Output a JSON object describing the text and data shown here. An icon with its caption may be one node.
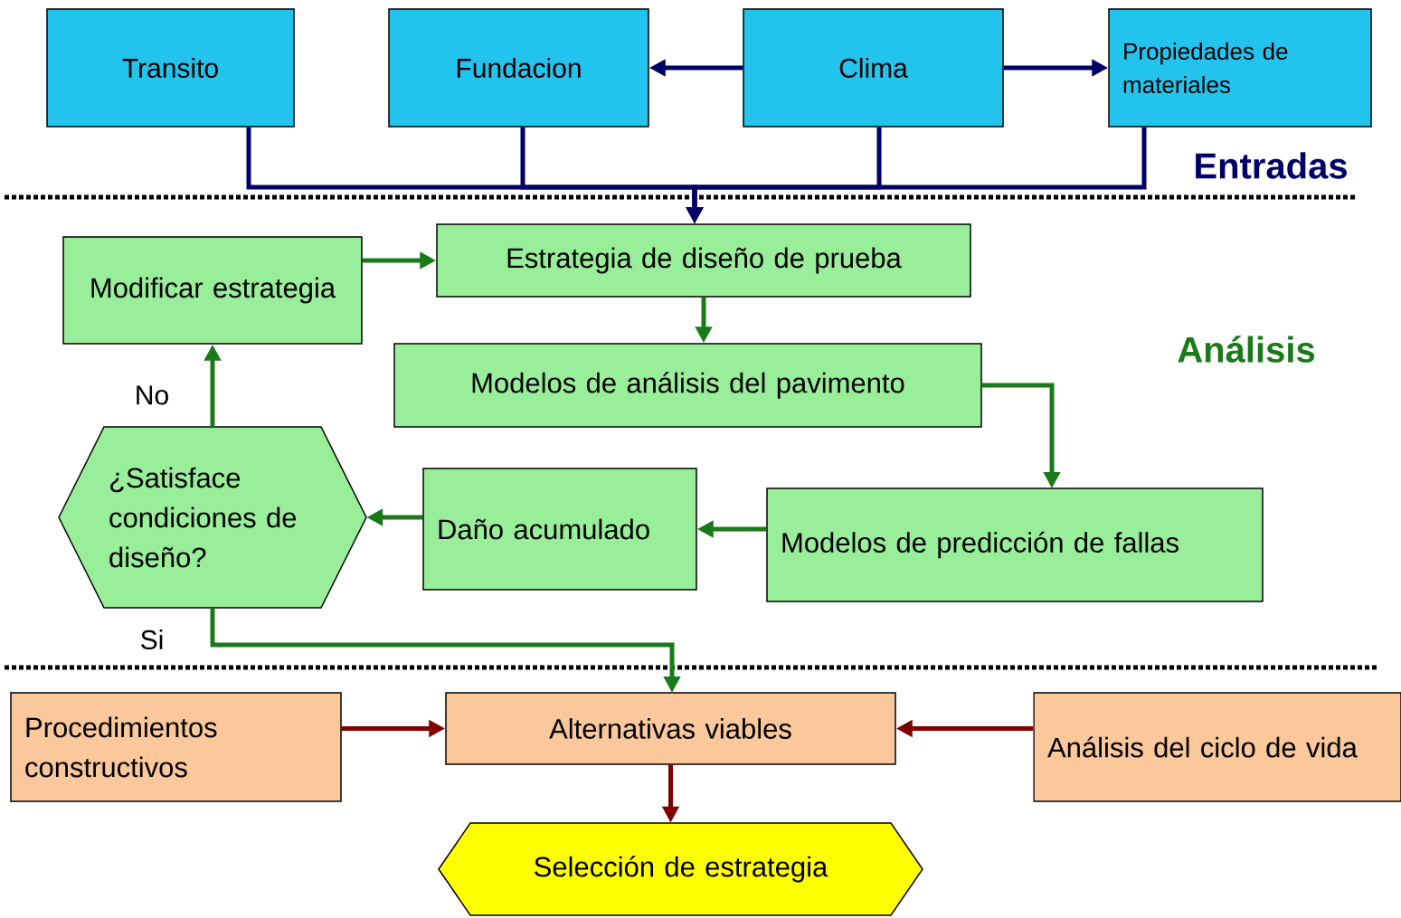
{
  "diagram": {
    "nodes": [
      {
        "text": [
          "Transito"
        ]
      },
      {
        "text": [
          "Fundacion"
        ]
      },
      {
        "text": [
          "Clima"
        ]
      },
      {
        "text": [
          "Propiedades de materiales"
        ]
      },
      {
        "text": [
          "Estrategia de diseño de prueba"
        ]
      },
      {
        "text": [
          "Modificar estrategia"
        ]
      },
      {
        "text": [
          "Modelos de análisis del pavimento"
        ]
      },
      {
        "text": [
          "Modelos de predicción de fallas"
        ]
      },
      {
        "text": [
          "Daño acumulado"
        ]
      },
      {
        "text": [
          "¿Satisface condiciones de diseño?"
        ]
      },
      {
        "text": [
          "Procedimientos constructivos"
        ]
      },
      {
        "text": [
          "Alternativas viables"
        ]
      },
      {
        "text": [
          "Análisis del ciclo de vida"
        ]
      },
      {
        "text": [
          "Selección de estrategia"
        ]
      }
    ],
    "edges": [
      {
        "from": 2,
        "to": 1,
        "arrow": "to",
        "color": "#000066"
      },
      {
        "from": 2,
        "to": 3,
        "arrow": "to",
        "color": "#000066"
      },
      {
        "from": 0,
        "to": 4,
        "arrow": "to",
        "color": "#000066"
      },
      {
        "from": 1,
        "to": 4,
        "arrow": "to",
        "color": "#000066"
      },
      {
        "from": 2,
        "to": 4,
        "arrow": "to",
        "color": "#000066"
      },
      {
        "from": 3,
        "to": 4,
        "arrow": "to",
        "color": "#000066"
      },
      {
        "from": 5,
        "to": 4,
        "arrow": "to",
        "color": "#1a7a1a"
      },
      {
        "from": 4,
        "to": 6,
        "arrow": "to",
        "color": "#1a7a1a"
      },
      {
        "from": 6,
        "to": 7,
        "arrow": "to",
        "color": "#1a7a1a"
      },
      {
        "from": 7,
        "to": 8,
        "arrow": "to",
        "color": "#1a7a1a"
      },
      {
        "from": 8,
        "to": 9,
        "arrow": "to",
        "color": "#1a7a1a"
      },
      {
        "from": 9,
        "to": 5,
        "arrow": "to",
        "label": "No",
        "color": "#1a7a1a"
      },
      {
        "from": 9,
        "to": 11,
        "arrow": "to",
        "label": "Si",
        "color": "#1a7a1a"
      },
      {
        "from": 10,
        "to": 11,
        "arrow": "to",
        "color": "#800000"
      },
      {
        "from": 12,
        "to": 11,
        "arrow": "to",
        "color": "#800000"
      },
      {
        "from": 11,
        "to": 13,
        "arrow": "to",
        "color": "#800000"
      }
    ],
    "labels": [
      "Entradas",
      "Análisis"
    ]
  }
}
